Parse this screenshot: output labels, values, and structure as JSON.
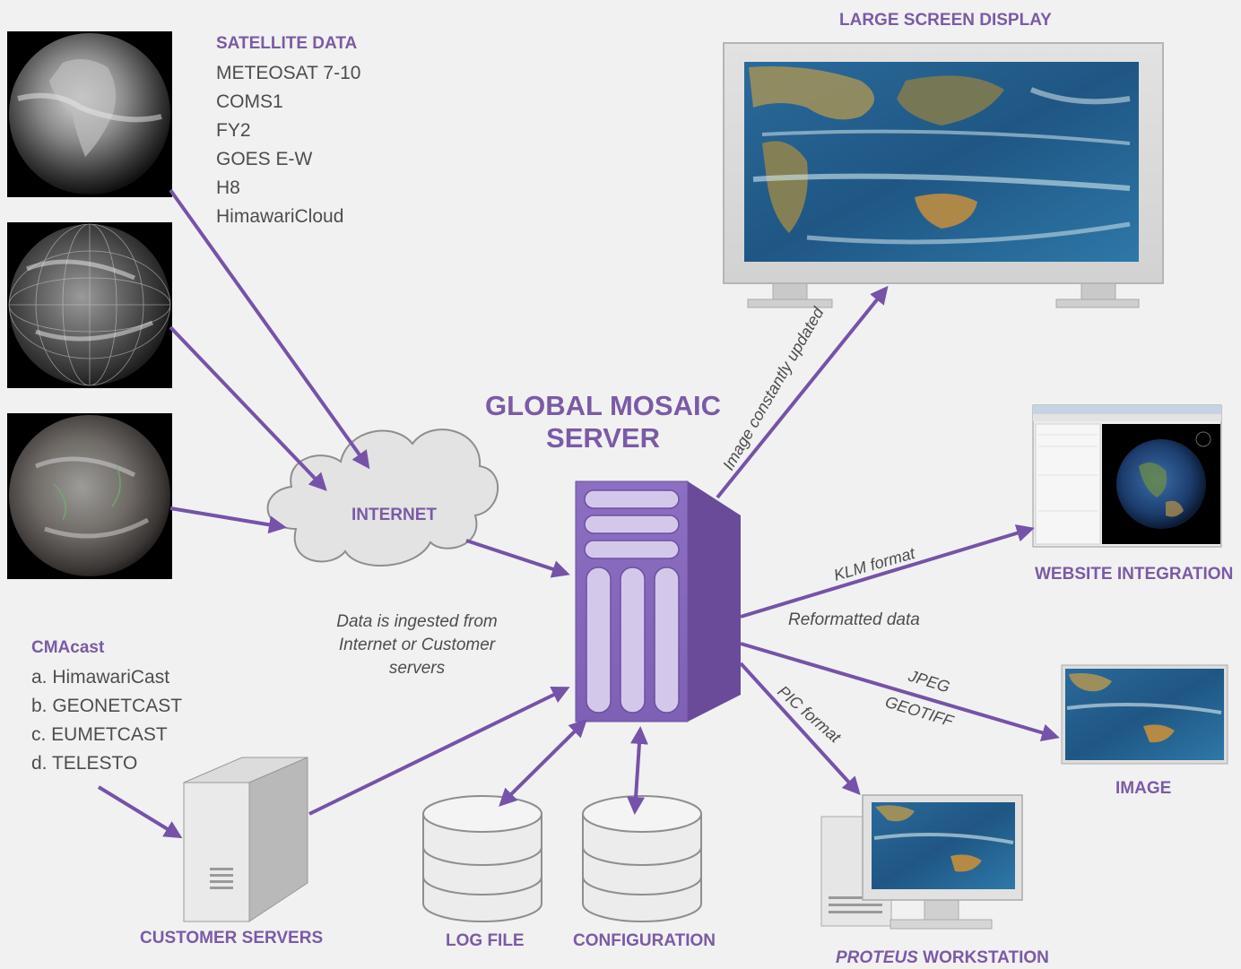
{
  "satellite": {
    "title": "SATELLITE DATA",
    "items": [
      "METEOSAT 7-10",
      "COMS1",
      "FY2",
      "GOES E-W",
      "H8",
      "HimawariCloud"
    ]
  },
  "cmacast": {
    "title": "CMAcast",
    "items": [
      "a. HimawariCast",
      "b. GEONETCAST",
      "c. EUMETCAST",
      "d. TELESTO"
    ]
  },
  "labels": {
    "large_screen": "LARGE SCREEN DISPLAY",
    "server_line1": "GLOBAL MOSAIC",
    "server_line2": "SERVER",
    "internet": "INTERNET",
    "website": "WEBSITE INTEGRATION",
    "image": "IMAGE",
    "customer_servers": "CUSTOMER SERVERS",
    "log_file": "LOG FILE",
    "configuration": "CONFIGURATION",
    "workstation_italic": "PROTEUS",
    "workstation_rest": " WORKSTATION"
  },
  "annotations": {
    "ingest_line1": "Data is ingested from",
    "ingest_line2": "Internet or Customer",
    "ingest_line3": "servers",
    "image_updated": "Image constantly updated",
    "klm_format": "KLM format",
    "reformatted": "Reformatted data",
    "jpeg": "JPEG",
    "geotiff": "GEOTIFF",
    "pic_format": "PIC format"
  },
  "colors": {
    "accent": "#7b5aa6",
    "arrow": "#7652a8",
    "server_front": "#8a6bbf",
    "server_side": "#6a4b9a",
    "background": "#f1f1f1"
  }
}
